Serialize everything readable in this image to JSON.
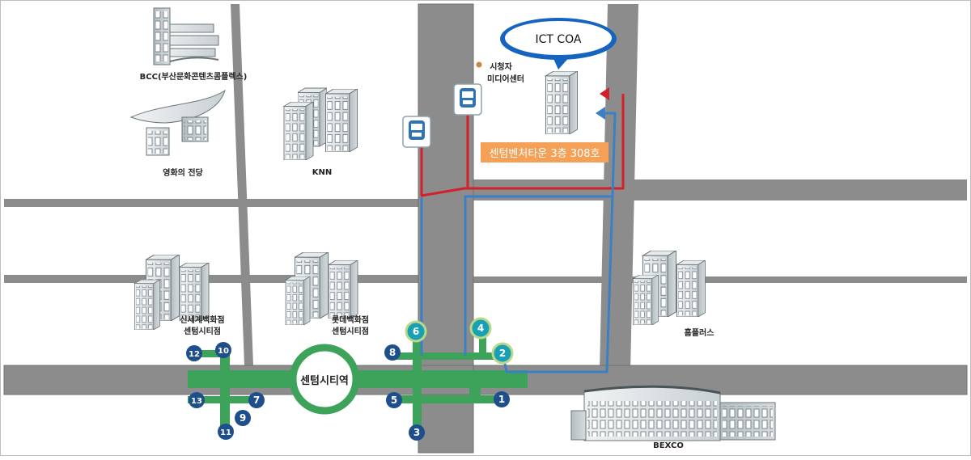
{
  "title": "ICT COA",
  "office_label": "센텀벤처타운 3층 308호",
  "station_label": "센텀시티역",
  "landmarks": {
    "bcc": "BCC(부산문화콘텐츠콤플렉스)",
    "cinema": "영화의 전당",
    "knn": "KNN",
    "media_line1": "시청자",
    "media_line2": "미디어센터",
    "shinsegae_line1": "신세계백화점",
    "shinsegae_line2": "센텀시티점",
    "lotte_line1": "롯데백화점",
    "lotte_line2": "센텀시티점",
    "homeplus": "홈플러스",
    "bexco": "BEXCO"
  },
  "exits": {
    "e1": "1",
    "e2": "2",
    "e3": "3",
    "e4": "4",
    "e5": "5",
    "e6": "6",
    "e7": "7",
    "e8": "8",
    "e9": "9",
    "e10": "10",
    "e11": "11",
    "e12": "12",
    "e13": "13"
  },
  "colors": {
    "road": "#8c8c8c",
    "road_edge": "#6f6f6f",
    "subway": "#3ea35a",
    "exit": "#1f4e8c",
    "exit_highlight": "#1aa0b4",
    "route_red": "#d3202a",
    "route_blue": "#3b7fc4",
    "office_label_bg": "#f4a157",
    "callout": "#1565c0"
  },
  "icons": [
    "bus-stop-icon",
    "building-icon",
    "bexco-building-icon",
    "bcc-building-icon",
    "cinema-building-icon",
    "marker-dot-icon"
  ]
}
